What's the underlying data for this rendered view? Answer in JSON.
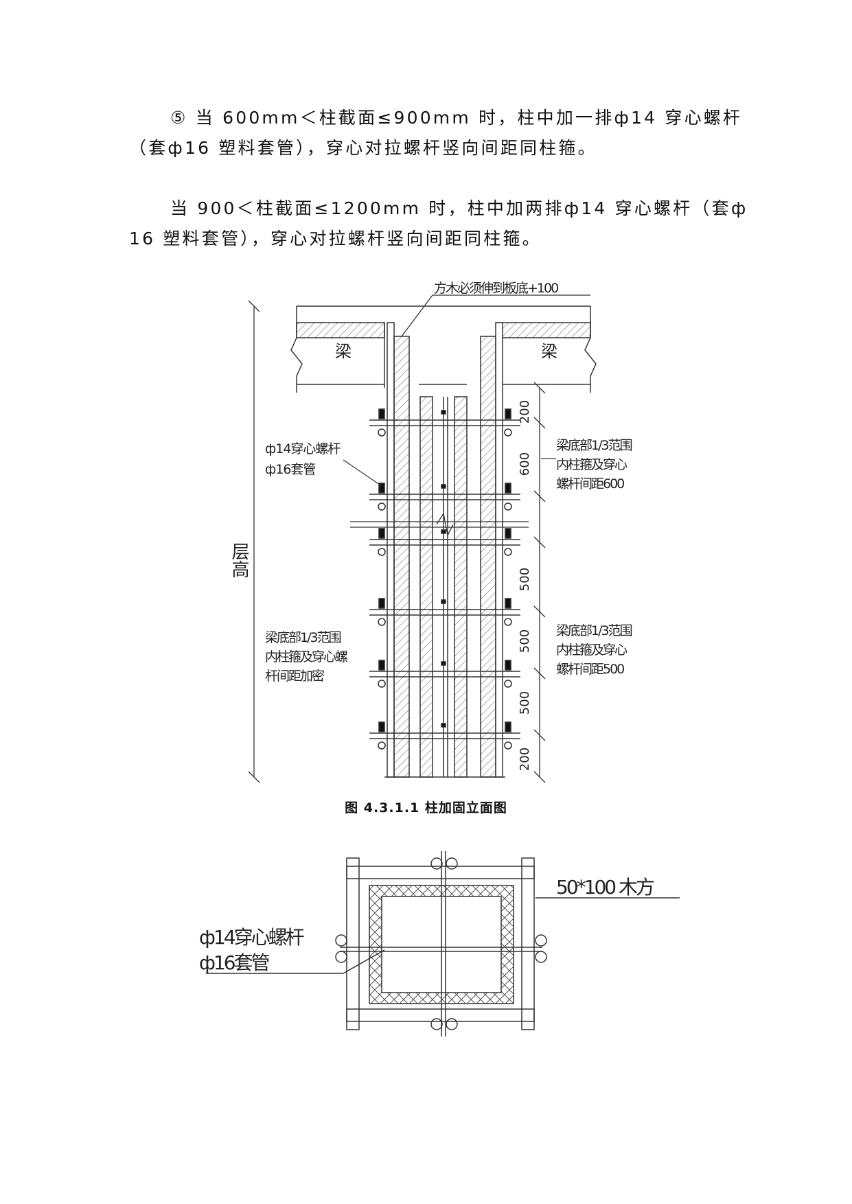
{
  "paragraphs": [
    {
      "lines": [
        "⑤ 当 600mm＜柱截面≤900mm 时，柱中加一排ф14 穿心螺杆",
        "（套ф16 塑料套管），穿心对拉螺杆竖向间距同柱箍。"
      ]
    },
    {
      "lines": [
        "当 900＜柱截面≤1200mm 时，柱中加两排ф14 穿心螺杆（套ф",
        "16 塑料套管），穿心对拉螺杆竖向间距同柱箍。"
      ]
    }
  ],
  "figure1": {
    "top_note": "方木必须伸到板底+100",
    "beam_left": "梁",
    "beam_right": "梁",
    "height_label": "层高",
    "rod_label_1": "ф14穿心螺杆",
    "rod_label_2": "ф16套管",
    "note_upper_right": [
      "梁底部1/3范围",
      "内柱箍及穿心",
      "螺杆间距600"
    ],
    "note_lower_left": [
      "梁底部1/3范围",
      "内柱箍及穿心螺",
      "杆间距加密"
    ],
    "note_lower_right": [
      "梁底部1/3范围",
      "内柱箍及穿心",
      "螺杆间距500"
    ],
    "dims_upper": [
      "200",
      "600"
    ],
    "dims_lower": [
      "500",
      "500",
      "500",
      "200"
    ],
    "caption": "图 4.3.1.1 柱加固立面图"
  },
  "figure2": {
    "timber_label": "50*100 木方",
    "rod_label_1": "ф14穿心螺杆",
    "rod_label_2": "ф16套管"
  }
}
